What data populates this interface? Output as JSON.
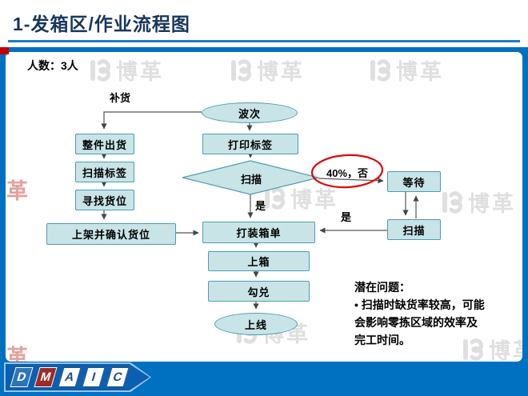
{
  "slide": {
    "title": "1-发箱区/作业流程图",
    "headcount": "人数：3人"
  },
  "flowchart": {
    "replenish_label": "补货",
    "nodes": {
      "wave": "波次",
      "print_label": "打印标签",
      "scan_decision": "扫描",
      "whole_shipment": "整件出货",
      "scan_tag": "扫描标签",
      "find_slot": "寻找货位",
      "shelve_confirm": "上架并确认货位",
      "packing_list": "打装箱单",
      "load_box": "上箱",
      "check": "勾兑",
      "go_online": "上线",
      "wait": "等待",
      "scan_again": "扫描"
    },
    "labels": {
      "yes_down": "是",
      "no_branch": "40%，否",
      "yes_back": "是"
    }
  },
  "notes": {
    "title": "潜在问题：",
    "lines": [
      "• 扫描时缺货率较高，可能",
      "会影响零拣区域的效率及",
      "完工时间。"
    ]
  },
  "dmaic": {
    "letters": [
      "D",
      "M",
      "A",
      "I",
      "C"
    ]
  },
  "watermark": {
    "text": "博革"
  },
  "colors": {
    "slide_background": "#0070C0",
    "title_text": "#17365D",
    "node_fill": "#C9E4E7",
    "node_border": "#4E9DAF",
    "annotation_red": "#DD0806",
    "dmaic_red": "#9E2B25",
    "dmaic_blue": "#2E75B6"
  }
}
